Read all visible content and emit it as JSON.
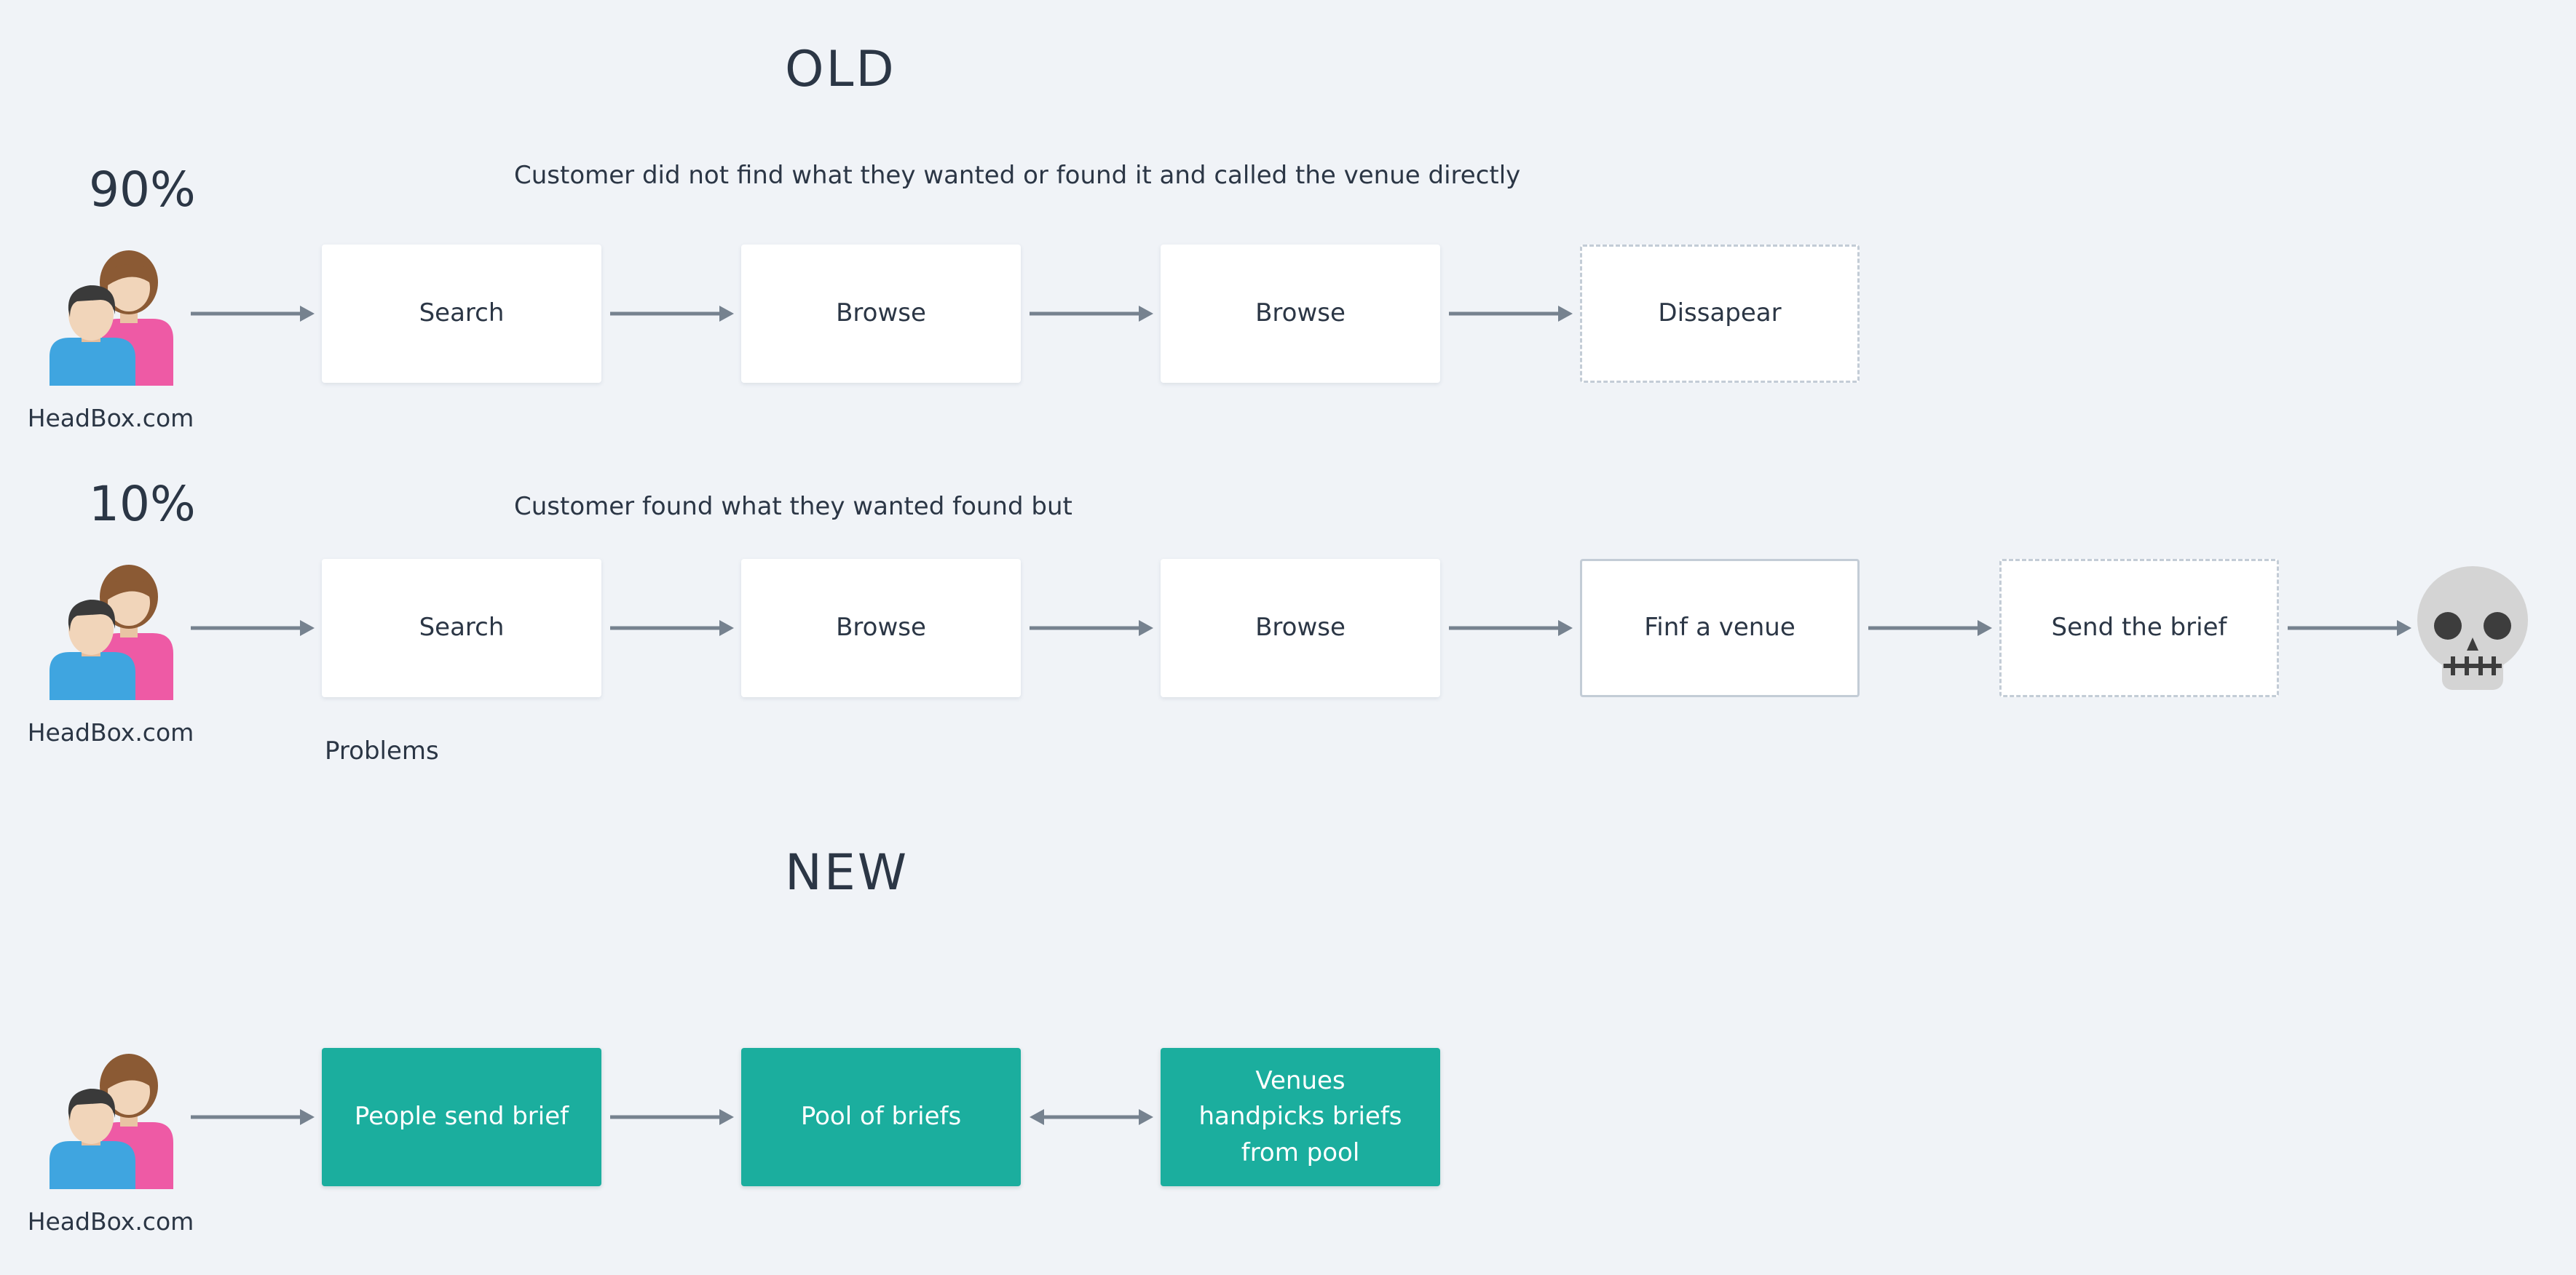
{
  "old": {
    "heading": "OLD",
    "row1": {
      "percent": "90%",
      "caption": "Customer did not find what they wanted or found it and called the venue directly",
      "user_label": "HeadBox.com",
      "steps": [
        "Search",
        "Browse",
        "Browse",
        "Dissapear"
      ]
    },
    "row2": {
      "percent": "10%",
      "caption": "Customer found what they wanted found but",
      "user_label": "HeadBox.com",
      "steps": [
        "Search",
        "Browse",
        "Browse",
        "Finf a venue",
        "Send the brief"
      ],
      "problems_label": "Problems",
      "end_icon": "skull-icon"
    }
  },
  "new": {
    "heading": "NEW",
    "row": {
      "user_label": "HeadBox.com",
      "steps": [
        "People send brief",
        "Pool of briefs",
        "Venues handpicks briefs from pool"
      ]
    }
  },
  "colors": {
    "background": "#f0f3f7",
    "arrow": "#76828f",
    "teal": "#1bae9e",
    "dashed_border": "#c3ccd6"
  }
}
